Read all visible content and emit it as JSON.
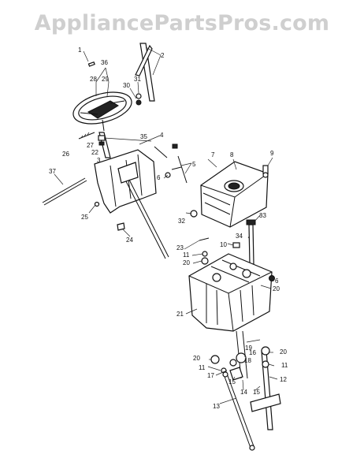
{
  "watermark": "AppliancePartsPros.com",
  "callouts": {
    "c1": "1",
    "c2": "2",
    "c3": "3",
    "c4": "4",
    "c5": "5",
    "c6a": "6",
    "c6b": "6",
    "c7": "7",
    "c8": "8",
    "c9": "9",
    "c10": "10",
    "c11a": "11",
    "c11b": "11",
    "c11c": "11",
    "c12": "12",
    "c13": "13",
    "c14": "14",
    "c15a": "15",
    "c15b": "15",
    "c16": "16",
    "c17": "17",
    "c18": "18",
    "c19": "19",
    "c20a": "20",
    "c20b": "20",
    "c20c": "20",
    "c20d": "20",
    "c21": "21",
    "c22": "22",
    "c23": "23",
    "c24": "24",
    "c25": "25",
    "c26": "26",
    "c27": "27",
    "c28": "28",
    "c29": "29",
    "c30": "30",
    "c31": "31",
    "c32": "32",
    "c33": "33",
    "c34": "34",
    "c35": "35",
    "c36": "36",
    "c37": "37"
  }
}
